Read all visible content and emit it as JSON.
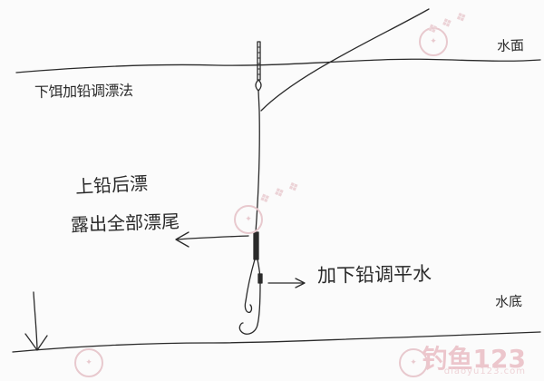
{
  "labels": {
    "water_surface": "水面",
    "method": "下饵加铅调漂法",
    "upper_lead_line1": "上铅后漂",
    "upper_lead_line2": "露出全部漂尾",
    "add_lower_lead": "加下铅调平水",
    "water_bottom": "水底"
  },
  "watermark": {
    "brand": "钓鱼123",
    "url": "diaoyu123.com"
  },
  "colors": {
    "ink": "#2a2a2a",
    "watermark": "#e8c9ce",
    "paper": "#fbfbfb"
  }
}
